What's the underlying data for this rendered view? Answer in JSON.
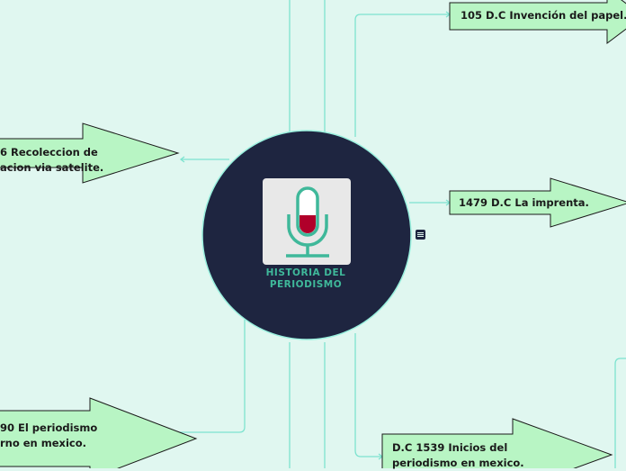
{
  "center": {
    "title_line1": "HISTORIA DEL",
    "title_line2": "PERIODISMO",
    "icon": "microphone-icon"
  },
  "nodes": {
    "papel": "105 D.C Invención del papel.",
    "imprenta": "1479 D.C La imprenta.",
    "mexico_line1": "D.C 1539 Inicios del",
    "mexico_line2": "periodismo en mexico.",
    "satelite_line1": "6 Recoleccion de",
    "satelite_line2": "acion via satelite.",
    "moderno_line1": "90 El periodismo",
    "moderno_line2": "rno en mexico."
  },
  "colors": {
    "background": "#e0f7f0",
    "center_fill": "#1e2540",
    "connector": "#7de3cf",
    "node_fill": "#b8f5c4",
    "node_stroke": "#1a1a1a",
    "accent_teal": "#3fb89a",
    "mic_red": "#b0002a"
  }
}
